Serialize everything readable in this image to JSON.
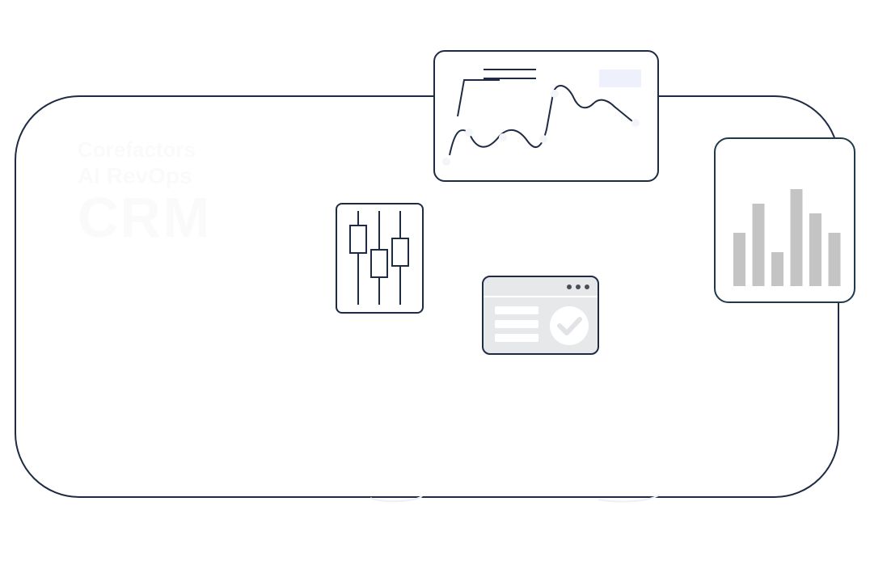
{
  "brand": {
    "line1": "Corefactors",
    "line2": "AI RevOps",
    "line3": "CRM"
  },
  "icons": {
    "line_chart": "line-chart-icon",
    "bar_chart": "bar-chart-icon",
    "mixer": "equalizer-sliders-icon",
    "task": "task-window-check-icon"
  },
  "colors": {
    "outline": "#1f2a44",
    "bars": "#c4c4c4",
    "task_bg": "#e6e8ea",
    "check_circle": "#ffffff",
    "accent_rect": "#eef0fb"
  },
  "bar_chart": {
    "values": [
      0.55,
      0.85,
      0.35,
      1.0,
      0.75,
      0.55
    ]
  }
}
